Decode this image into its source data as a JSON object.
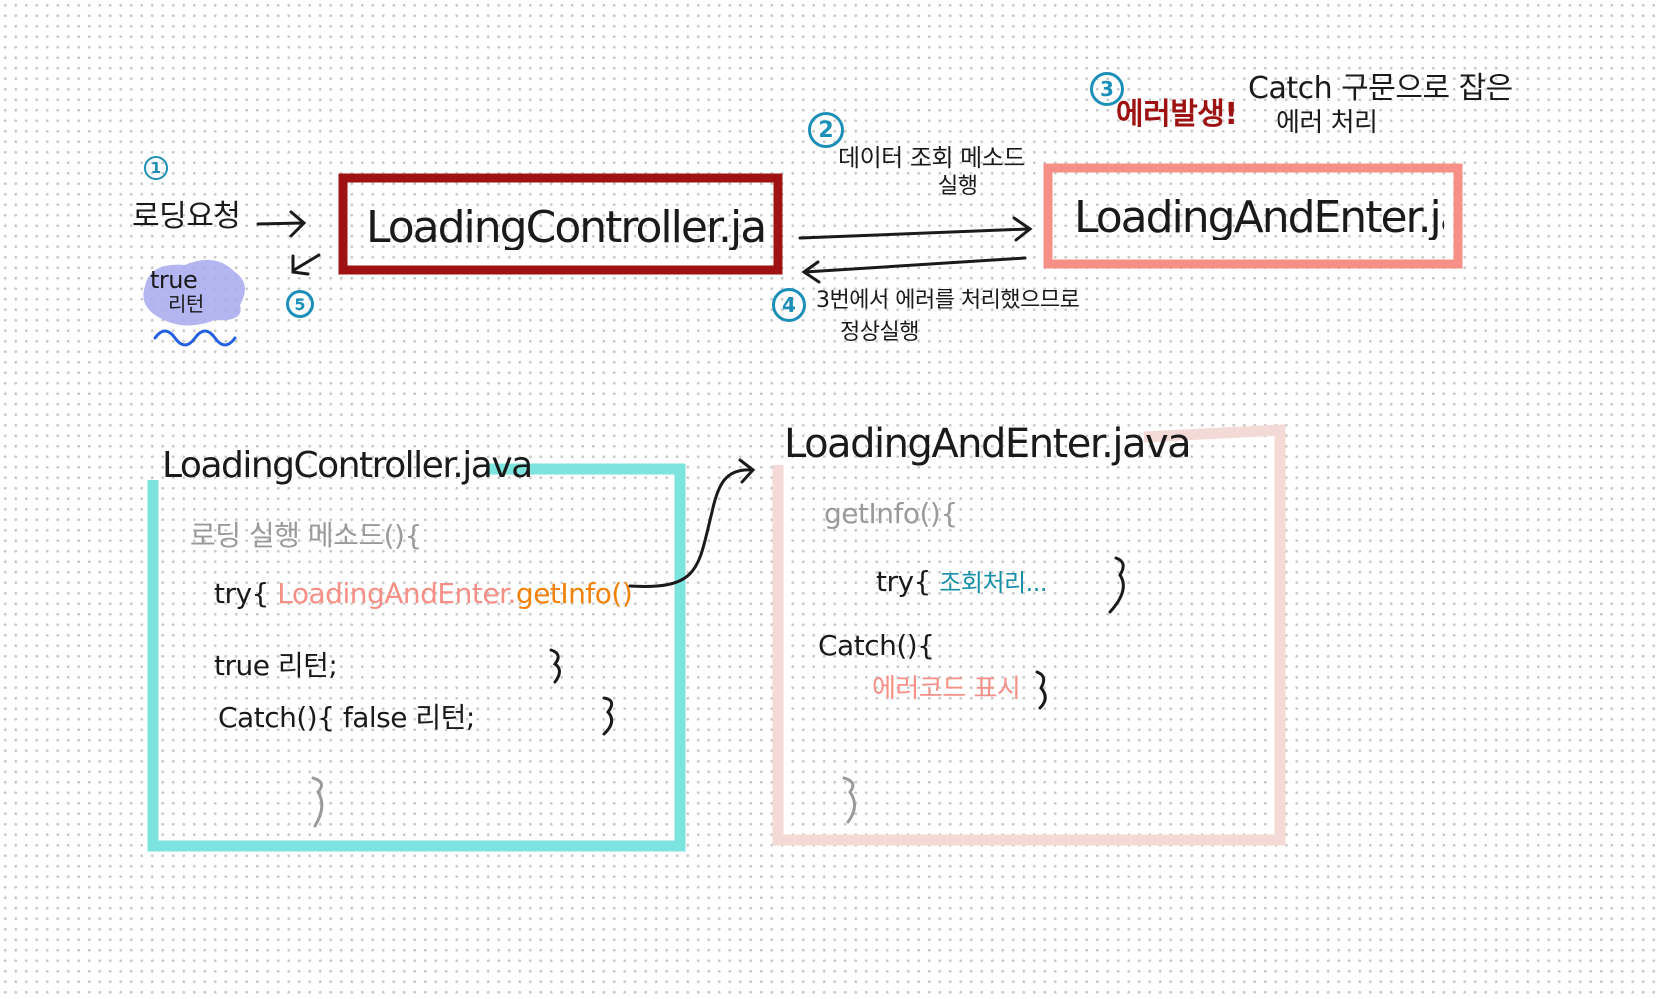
{
  "top": {
    "step1": "1",
    "request_label": "로딩요청",
    "return_badge_line1": "true",
    "return_badge_line2": "리턴",
    "step5": "5",
    "controller_box_label": "LoadingController.java",
    "step2": "2",
    "call_note_line1": "데이터 조회 메소드",
    "call_note_line2": "실행",
    "step3": "3",
    "error_label": "에러발생!",
    "error_note_line1": "Catch 구문으로 잡은",
    "error_note_line2": "에러 처리",
    "enter_box_label": "LoadingAndEnter.java",
    "step4": "4",
    "return_note_line1": "3번에서 에러를 처리했으므로",
    "return_note_line2": "정상실행"
  },
  "controller_code": {
    "title": "LoadingController.java",
    "method_line": "로딩 실행 메소드(){",
    "try_keyword": "try{",
    "call_class": "LoadingAndEnter.",
    "call_method": "getInfo()",
    "true_return": "true 리턴;",
    "try_close": "}",
    "catch_line": "Catch(){ false 리턴;",
    "catch_close": "}",
    "method_close": "}"
  },
  "enter_code": {
    "title": "LoadingAndEnter.java",
    "method_line": "getInfo(){",
    "try_keyword": "try{",
    "try_body": "조회처리...",
    "try_close": "}",
    "catch_line": "Catch(){",
    "catch_body": "에러코드 표시",
    "catch_close": "}",
    "method_close": "}"
  },
  "colors": {
    "dark_red": "#9e1212",
    "salmon": "#f68f85",
    "teal": "#7de3de",
    "pale_pink": "#f3dad6",
    "blue": "#1b8fb8",
    "orange": "#f2820a",
    "gray": "#9a9a9a",
    "purple": "#a7a9ee",
    "teal_text": "#1690a8"
  }
}
